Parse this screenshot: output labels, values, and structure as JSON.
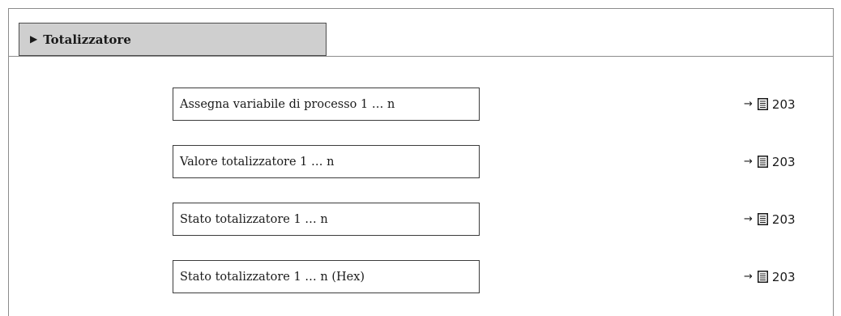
{
  "section": {
    "title": "Totalizzatore"
  },
  "parameters": [
    {
      "label": "Assegna variabile di processo 1 … n",
      "page": "203"
    },
    {
      "label": "Valore totalizzatore 1 … n",
      "page": "203"
    },
    {
      "label": "Stato totalizzatore 1 … n",
      "page": "203"
    },
    {
      "label": "Stato totalizzatore 1 … n (Hex)",
      "page": "203"
    }
  ],
  "icons": {
    "header": "play-triangle-icon",
    "reference_arrow": "right-arrow-icon",
    "reference_page": "book-icon"
  }
}
